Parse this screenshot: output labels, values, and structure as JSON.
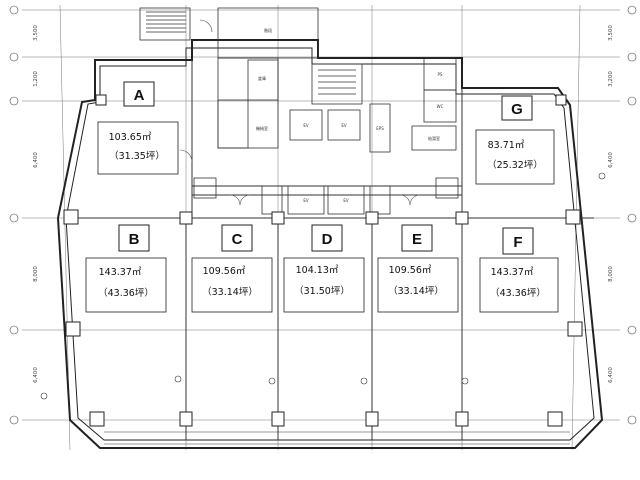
{
  "units": [
    {
      "id": "A",
      "letter": "A",
      "area": "103.65㎡",
      "tsubo": "（31.35坪）"
    },
    {
      "id": "B",
      "letter": "B",
      "area": "143.37㎡",
      "tsubo": "（43.36坪）"
    },
    {
      "id": "C",
      "letter": "C",
      "area": "109.56㎡",
      "tsubo": "（33.14坪）"
    },
    {
      "id": "D",
      "letter": "D",
      "area": "104.13㎡",
      "tsubo": "（31.50坪）"
    },
    {
      "id": "E",
      "letter": "E",
      "area": "109.56㎡",
      "tsubo": "（33.14坪）"
    },
    {
      "id": "F",
      "letter": "F",
      "area": "143.37㎡",
      "tsubo": "（43.36坪）"
    },
    {
      "id": "G",
      "letter": "G",
      "area": "83.71㎡",
      "tsubo": "（25.32坪）"
    }
  ],
  "left_dimensions": [
    "3,500",
    "1,200",
    "6,400",
    "8,000",
    "6,400"
  ],
  "right_dimensions": [
    "3,500",
    "3,200",
    "6,400",
    "8,000",
    "6,400"
  ],
  "core": {
    "elevator_label": "EV",
    "rooms": [
      "倉庫",
      "機械室",
      "EPS",
      "PS",
      "階段",
      "給湯室",
      "WC"
    ]
  },
  "colors": {
    "line": "#222222",
    "thin": "#555555",
    "paper": "#ffffff"
  }
}
